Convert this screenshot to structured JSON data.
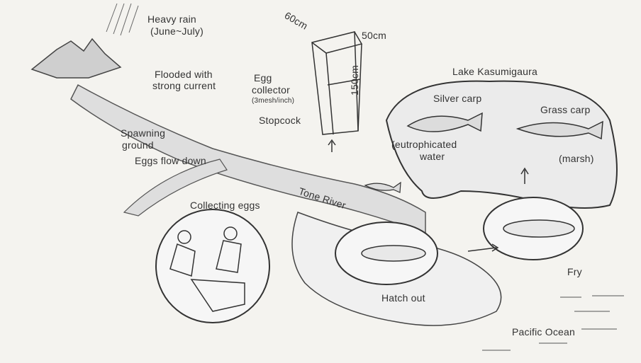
{
  "labels": {
    "heavy_rain": "Heavy rain",
    "heavy_rain_period": "(June~July)",
    "flooded": "Flooded with",
    "flooded2": "strong current",
    "egg_collector": "Egg",
    "egg_collector2": "collector",
    "mesh": "(3mesh/inch)",
    "stopcock": "Stopcock",
    "dim_top": "60cm",
    "dim_side": "50cm",
    "dim_height": "150cm",
    "lake": "Lake Kasumigaura",
    "silver_carp": "Silver carp",
    "grass_carp": "Grass carp",
    "eutrophicated": "(eutrophicated",
    "water": "water",
    "marsh": "(marsh)",
    "spawning": "Spawning",
    "ground": "ground",
    "eggs_flow": "Eggs flow down",
    "tone_river": "Tone River",
    "collecting_eggs": "Collecting eggs",
    "hatch_out": "Hatch out",
    "fry": "Fry",
    "pacific": "Pacific Ocean"
  },
  "colors": {
    "paper": "#f4f3ef",
    "ink": "#333333",
    "shade": "#b9b9b9"
  }
}
